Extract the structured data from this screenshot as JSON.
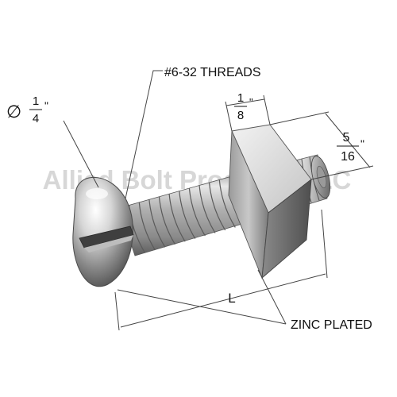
{
  "watermark": "Allied Bolt Products LLC",
  "labels": {
    "diameter_symbol": "∅",
    "diameter_num": "1",
    "diameter_den": "4",
    "inch_mark": "\"",
    "threads": "#6-32 THREADS",
    "nut_thickness_num": "1",
    "nut_thickness_den": "8",
    "nut_width_num": "5",
    "nut_width_den": "16",
    "length": "L",
    "finish": "ZINC PLATED"
  },
  "colors": {
    "metal_light": "#f4f4f4",
    "metal_mid": "#b9b9b9",
    "metal_dark": "#6e6e6e",
    "dimension_line": "#444444",
    "watermark": "#c9c9c9"
  }
}
